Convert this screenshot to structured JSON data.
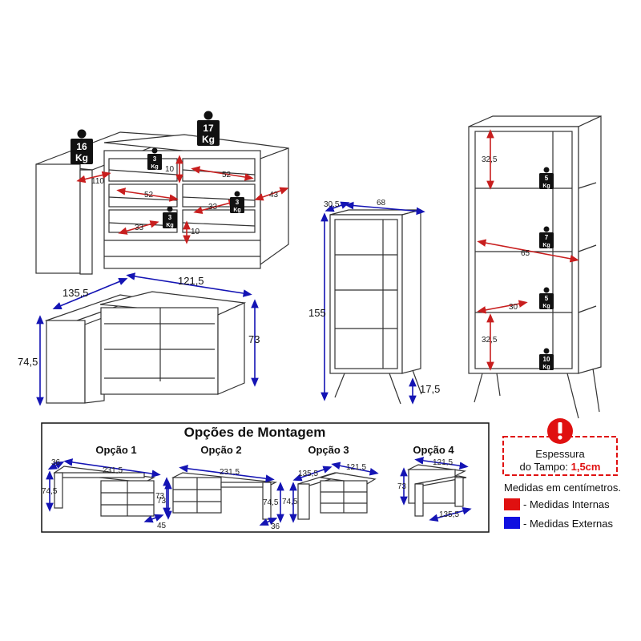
{
  "colors": {
    "internal": "#e01010",
    "external": "#1010e0",
    "warning": "#e01010",
    "weight": "#111111"
  },
  "desk": {
    "weights": [
      "16\nKg",
      "17\nKg",
      "3\nKg",
      "3\nKg",
      "3\nKg"
    ],
    "internal": [
      "110",
      "52",
      "10",
      "52",
      "33",
      "33",
      "10",
      "43"
    ],
    "external": [
      "135,5",
      "121,5",
      "74,5",
      "73"
    ]
  },
  "weights": {
    "w16": "16",
    "w17": "17",
    "w3": "3",
    "kg": "Kg",
    "w5": "5",
    "w7": "7",
    "w10": "10"
  },
  "shelf_small": {
    "width": "68",
    "depth": "30,5",
    "height": "155",
    "legs": "17,5"
  },
  "shelf_tall": {
    "top": "32,5",
    "width": "65",
    "depth": "30",
    "bottom": "32,5"
  },
  "options": {
    "title": "Opções de Montagem",
    "items": [
      {
        "label": "Opção 1",
        "dims": [
          "36",
          "231,5",
          "74,5",
          "73",
          "45"
        ]
      },
      {
        "label": "Opção 2",
        "dims": [
          "231,5",
          "73",
          "74,5",
          "36"
        ]
      },
      {
        "label": "Opção 3",
        "dims": [
          "135,5",
          "121,5",
          "74,5"
        ]
      },
      {
        "label": "Opção 4",
        "dims": [
          "121,5",
          "73",
          "135,5"
        ]
      }
    ]
  },
  "notice": {
    "line1": "Espessura",
    "line2_prefix": "do Tampo: ",
    "line2_value": "1,5cm"
  },
  "legend": {
    "unit_note": "Medidas em centímetros.",
    "internal": "- Medidas Internas",
    "external": "- Medidas Externas"
  }
}
